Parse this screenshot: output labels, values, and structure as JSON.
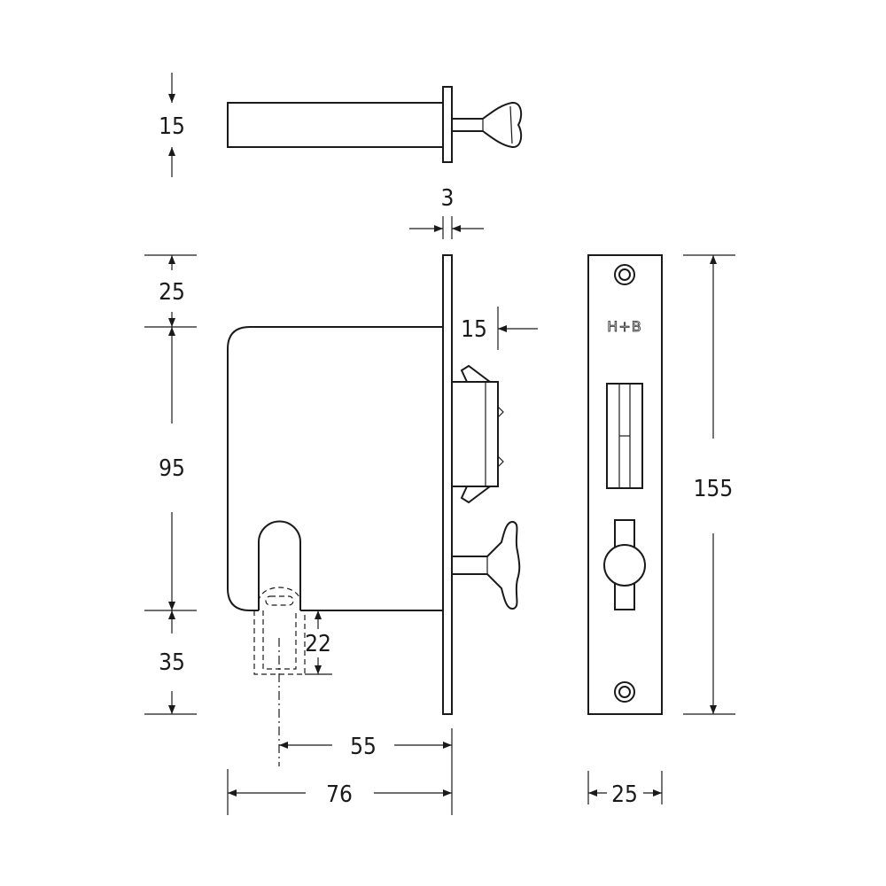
{
  "drawing": {
    "brand_mark": "H+B",
    "dimensions": {
      "bolt_height": "15",
      "faceplate_thickness": "3",
      "top_offset": "25",
      "latch_projection": "15",
      "case_height": "95",
      "bottom_offset": "35",
      "cylinder_depth": "22",
      "backset": "55",
      "case_depth": "76",
      "faceplate_height": "155",
      "faceplate_width": "25"
    }
  }
}
